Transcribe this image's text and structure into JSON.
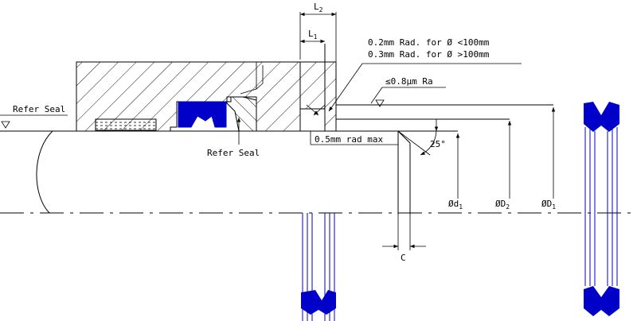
{
  "labels": {
    "refer_seal_left": "Refer Seal",
    "refer_seal_bottom": "Refer Seal",
    "radius_line_1": "0.2mm Rad. for Ø <100mm",
    "radius_line_2": "0.3mm Rad. for Ø >100mm",
    "roughness": "≤0.8μm Ra",
    "rad_max": "0.5mm rad max",
    "angle": "25°",
    "dim_L1": "L",
    "dim_L1_sub": "1",
    "dim_L2": "L",
    "dim_L2_sub": "2",
    "dim_C": "C",
    "dim_d1": "Ød",
    "dim_d1_sub": "1",
    "dim_D2": "ØD",
    "dim_D2_sub": "2",
    "dim_D1": "ØD",
    "dim_D1_sub": "1"
  },
  "colors": {
    "line": "#000000",
    "seal": "#0000c8"
  }
}
